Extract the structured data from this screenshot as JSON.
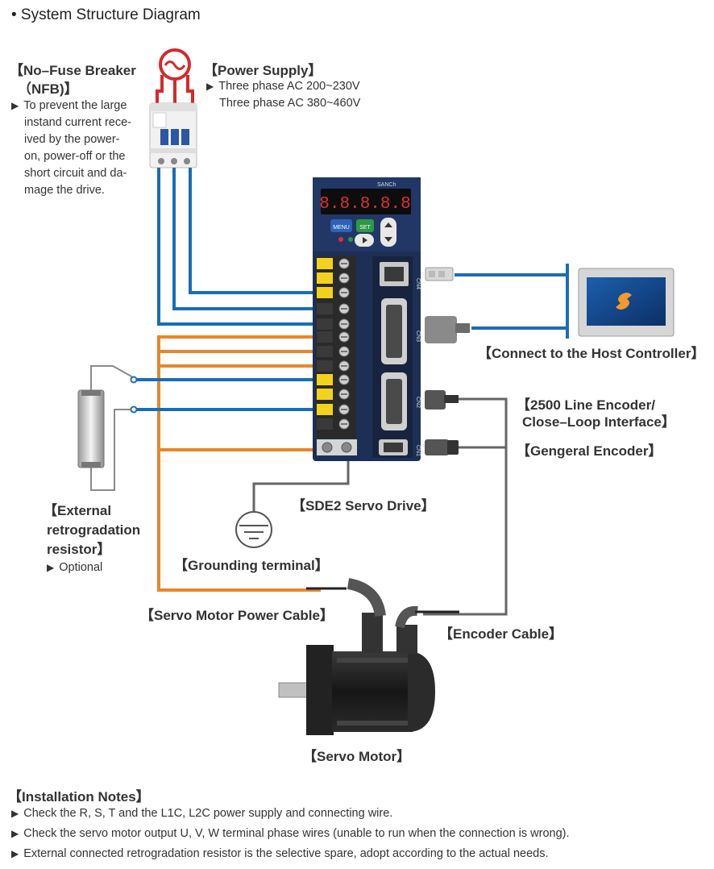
{
  "title": "• System Structure Diagram",
  "nfb": {
    "heading_l1": "【No–Fuse Breaker",
    "heading_l2": "（NFB)】",
    "desc": [
      "To prevent the large",
      "instand current rece-",
      "ived by the power-",
      "on, power-off or the",
      "short circuit and da-",
      "mage the drive."
    ]
  },
  "power_supply": {
    "heading": "【Power Supply】",
    "lines": [
      "Three phase AC 200~230V",
      "Three phase AC 380~460V"
    ]
  },
  "host_controller": {
    "label": "【Connect to the Host Controller】"
  },
  "encoder_2500": {
    "line1": "【2500 Line Encoder/",
    "line2": "Close–Loop Interface】"
  },
  "general_encoder": {
    "label": "【Gengeral Encoder】"
  },
  "servo_drive": {
    "label": "【SDE2 Servo Drive】",
    "display": "8.8.8.8.8",
    "menu_btn": "MENU",
    "set_btn": "SET",
    "cn_labels": [
      "CN4",
      "CN3",
      "CN2",
      "CN1"
    ]
  },
  "external_resistor": {
    "line1": "【External",
    "line2": "retrogradation",
    "line3": "resistor】",
    "note": "Optional"
  },
  "grounding": {
    "label": "【Grounding terminal】"
  },
  "motor_power_cable": {
    "label": "【Servo Motor Power Cable】"
  },
  "encoder_cable": {
    "label": "【Encoder Cable】"
  },
  "servo_motor": {
    "label": "【Servo Motor】"
  },
  "installation_notes": {
    "heading": "【Installation Notes】",
    "items": [
      "Check the R, S, T and the L1C, L2C power supply and connecting wire.",
      "Check the servo motor output U, V, W terminal phase wires (unable to run when the connection is wrong).",
      "External connected retrogradation resistor is the selective spare, adopt according to the actual needs."
    ]
  },
  "colors": {
    "power_wire": "#1a6db5",
    "motor_wire": "#e8862b",
    "signal_wire": "#666666",
    "drive_body": "#1e2f55"
  },
  "icons": [
    "ac-source-icon",
    "breaker-icon",
    "ground-icon",
    "resistor-icon",
    "hmi-screen-icon",
    "servo-motor-icon"
  ]
}
